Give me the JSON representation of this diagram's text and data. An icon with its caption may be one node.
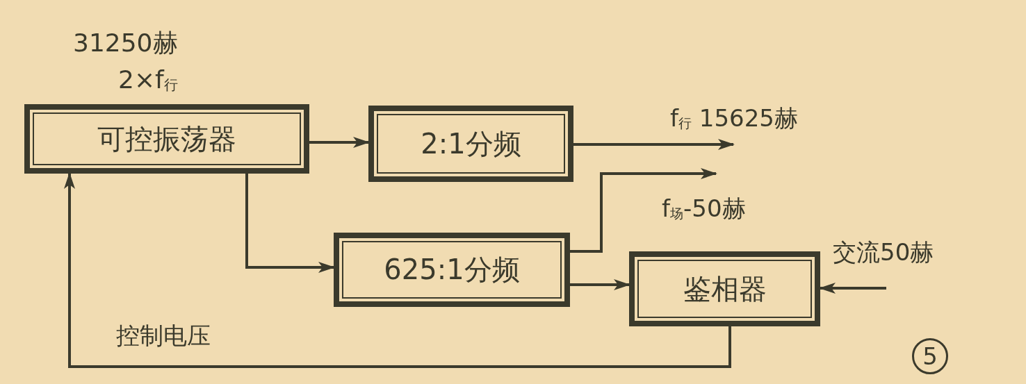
{
  "diagram": {
    "nodes": [
      {
        "text": [
          "可控振荡器"
        ],
        "beside": [
          "31250赫",
          "2×f$_{行}$"
        ]
      },
      {
        "text": [
          "2:1分频"
        ]
      },
      {
        "text": [
          "625:1分频"
        ]
      },
      {
        "text": [
          "鉴相器"
        ]
      }
    ],
    "edges": [
      {
        "from": 0,
        "to": 1,
        "arrow": "to"
      },
      {
        "from": 0,
        "to": 2,
        "arrow": "to"
      },
      {
        "from": 1,
        "to": null,
        "arrow": "to",
        "label": "f$_{行}$ 15625赫"
      },
      {
        "from": 2,
        "to": null,
        "arrow": "to",
        "label": "f$_{场}$-50赫"
      },
      {
        "from": 2,
        "to": 3,
        "arrow": "to"
      },
      {
        "from": null,
        "to": 3,
        "arrow": "to",
        "label": "交流50赫"
      },
      {
        "from": 3,
        "to": 0,
        "arrow": "to",
        "label": "控制电压"
      }
    ],
    "labels": [
      "5"
    ]
  }
}
